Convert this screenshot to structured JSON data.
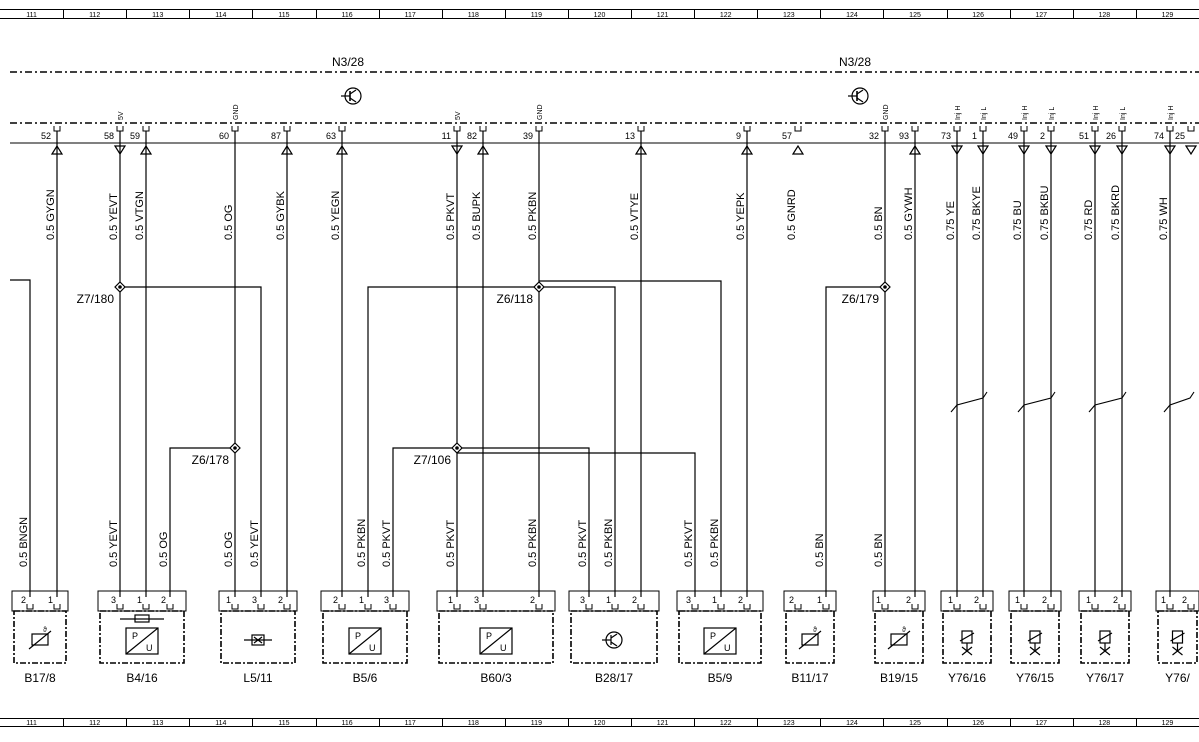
{
  "ruler": [
    "111",
    "112",
    "113",
    "114",
    "115",
    "116",
    "117",
    "118",
    "119",
    "120",
    "121",
    "122",
    "123",
    "124",
    "125",
    "126",
    "127",
    "128",
    "129"
  ],
  "control_unit_labels": [
    "N3/28",
    "N3/28"
  ],
  "pins": [
    {
      "num": "52",
      "dir": "in",
      "tag": ""
    },
    {
      "num": "58",
      "dir": "out",
      "tag": "5V"
    },
    {
      "num": "59",
      "dir": "in",
      "tag": ""
    },
    {
      "num": "60",
      "dir": "none",
      "tag": "GND"
    },
    {
      "num": "87",
      "dir": "in",
      "tag": ""
    },
    {
      "num": "63",
      "dir": "in",
      "tag": ""
    },
    {
      "num": "11",
      "dir": "out",
      "tag": "5V"
    },
    {
      "num": "82",
      "dir": "in",
      "tag": ""
    },
    {
      "num": "39",
      "dir": "none",
      "tag": "GND"
    },
    {
      "num": "13",
      "dir": "in",
      "tag": ""
    },
    {
      "num": "9",
      "dir": "in",
      "tag": ""
    },
    {
      "num": "57",
      "dir": "in",
      "tag": ""
    },
    {
      "num": "32",
      "dir": "none",
      "tag": "GND"
    },
    {
      "num": "93",
      "dir": "in",
      "tag": ""
    },
    {
      "num": "73",
      "dir": "out",
      "tag": "Inj H"
    },
    {
      "num": "1",
      "dir": "out",
      "tag": "Inj L"
    },
    {
      "num": "49",
      "dir": "out",
      "tag": "Inj H"
    },
    {
      "num": "2",
      "dir": "out",
      "tag": "Inj L"
    },
    {
      "num": "51",
      "dir": "out",
      "tag": "Inj H"
    },
    {
      "num": "26",
      "dir": "out",
      "tag": "Inj L"
    },
    {
      "num": "74",
      "dir": "out",
      "tag": "Inj H"
    },
    {
      "num": "25",
      "dir": "out",
      "tag": ""
    }
  ],
  "top_wire_labels": [
    "0.5 GYGN",
    "0.5 YEVT",
    "0.5 VTGN",
    "0.5 OG",
    "0.5 GYBK",
    "0.5 YEGN",
    "0.5 PKVT",
    "0.5 BUPK",
    "0.5 PKBN",
    "0.5 VTYE",
    "0.5 YEPK",
    "0.5 GNRD",
    "0.5 BN",
    "0.5 GYWH",
    "0.75 YE",
    "0.75 BKYE",
    "0.75 BU",
    "0.75 BKBU",
    "0.75 RD",
    "0.75 BKRD",
    "0.75 WH"
  ],
  "bottom_wire_labels": [
    "0.5 BNGN",
    "0.5 YEVT",
    "0.5 OG",
    "0.5 OG",
    "0.5 YEVT",
    "0.5 PKBN",
    "0.5 PKVT",
    "0.5 PKVT",
    "0.5 PKBN",
    "0.5 PKVT",
    "0.5 PKBN",
    "0.5 PKVT",
    "0.5 PKBN",
    "0.5 BN",
    "0.5 BN"
  ],
  "splices": [
    "Z7/180",
    "Z6/118",
    "Z6/179",
    "Z6/178",
    "Z7/106"
  ],
  "components": [
    {
      "label": "B17/8",
      "pins": [
        "2",
        "1"
      ],
      "symbol": "temp-sensor"
    },
    {
      "label": "B4/16",
      "pins": [
        "3",
        "1",
        "2"
      ],
      "symbol": "pressure-sensor-heater"
    },
    {
      "label": "L5/11",
      "pins": [
        "1",
        "3",
        "2"
      ],
      "symbol": "speed-sensor"
    },
    {
      "label": "B5/6",
      "pins": [
        "2",
        "1",
        "3"
      ],
      "symbol": "pressure-sensor"
    },
    {
      "label": "B60/3",
      "pins": [
        "1",
        "3",
        "2"
      ],
      "symbol": "pressure-sensor"
    },
    {
      "label": "B28/17",
      "pins": [
        "3",
        "1",
        "2"
      ],
      "symbol": "transistor"
    },
    {
      "label": "B5/9",
      "pins": [
        "3",
        "1",
        "2"
      ],
      "symbol": "pressure-sensor"
    },
    {
      "label": "B11/17",
      "pins": [
        "2",
        "1"
      ],
      "symbol": "temp-sensor"
    },
    {
      "label": "B19/15",
      "pins": [
        "1",
        "2"
      ],
      "symbol": "temp-sensor"
    },
    {
      "label": "Y76/16",
      "pins": [
        "1",
        "2"
      ],
      "symbol": "injector"
    },
    {
      "label": "Y76/15",
      "pins": [
        "1",
        "2"
      ],
      "symbol": "injector"
    },
    {
      "label": "Y76/17",
      "pins": [
        "1",
        "2"
      ],
      "symbol": "injector"
    },
    {
      "label": "Y76/",
      "pins": [
        "1",
        "2"
      ],
      "symbol": "injector"
    }
  ]
}
